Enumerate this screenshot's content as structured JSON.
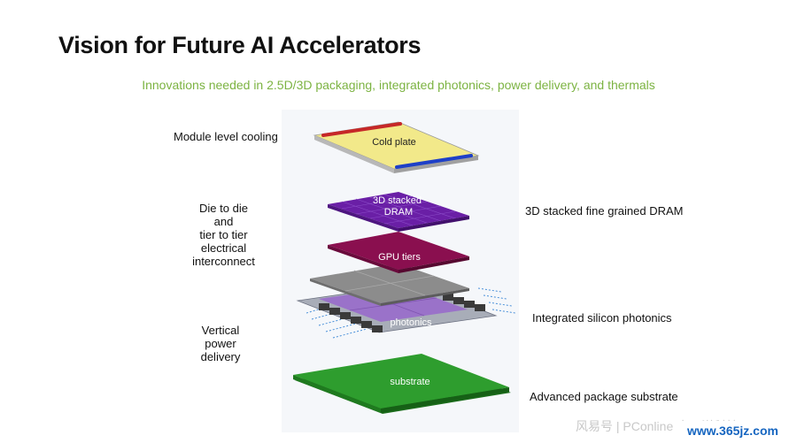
{
  "slide": {
    "title": "Vision for Future AI Accelerators",
    "subtitle": "Innovations needed in 2.5D/3D packaging, integrated photonics, power delivery, and thermals"
  },
  "layers": {
    "cold_plate": "Cold plate",
    "dram": "3D stacked\nDRAM",
    "gpu": "GPU tiers",
    "photonics": "photonics",
    "substrate": "substrate"
  },
  "left_labels": {
    "cooling": "Module level cooling",
    "interconnect": "Die to die\nand\ntier to tier\nelectrical\ninterconnect",
    "power": "Vertical\npower\ndelivery"
  },
  "right_labels": {
    "dram": "3D stacked fine grained DRAM",
    "photonics": "Integrated silicon photonics",
    "substrate": "Advanced package substrate"
  },
  "watermark": {
    "text": "风易号 | PConline 太平洋科技",
    "site": "www.365jz.com"
  },
  "colors": {
    "cold_plate": "#f2e98a",
    "dram": "#6a1fa6",
    "gpu": "#8a0f4f",
    "logic": "#8c8c8c",
    "photonics": "#9a72c9",
    "substrate": "#2e9d2e",
    "subtitle": "#7cb342"
  }
}
